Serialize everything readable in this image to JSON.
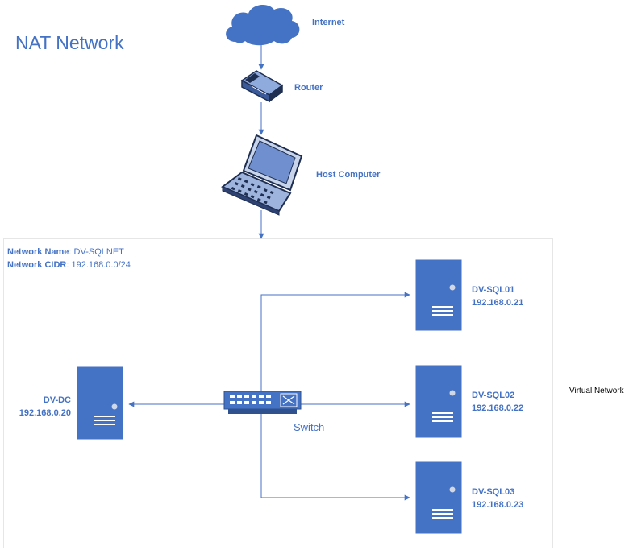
{
  "title": "NAT Network",
  "nodes": {
    "internet": {
      "label": "Internet",
      "icon": "cloud-icon"
    },
    "router": {
      "label": "Router",
      "icon": "router-icon"
    },
    "host": {
      "label": "Host Computer",
      "icon": "laptop-icon"
    },
    "switch": {
      "label": "Switch",
      "icon": "switch-icon"
    },
    "dc": {
      "name": "DV-DC",
      "ip": "192.168.0.20",
      "icon": "server-icon"
    },
    "sql01": {
      "name": "DV-SQL01",
      "ip": "192.168.0.21",
      "icon": "server-icon"
    },
    "sql02": {
      "name": "DV-SQL02",
      "ip": "192.168.0.22",
      "icon": "server-icon"
    },
    "sql03": {
      "name": "DV-SQL03",
      "ip": "192.168.0.23",
      "icon": "server-icon"
    }
  },
  "network": {
    "name_label": "Network Name",
    "name_value": "DV-SQLNET",
    "cidr_label": "Network CIDR",
    "cidr_value": "192.168.0.0/24"
  },
  "virtual_network_label": "Virtual Network",
  "colors": {
    "accent": "#4472c4",
    "server_fill": "#4472c4",
    "line": "#4472c4",
    "box_border": "#e8e8e8"
  }
}
